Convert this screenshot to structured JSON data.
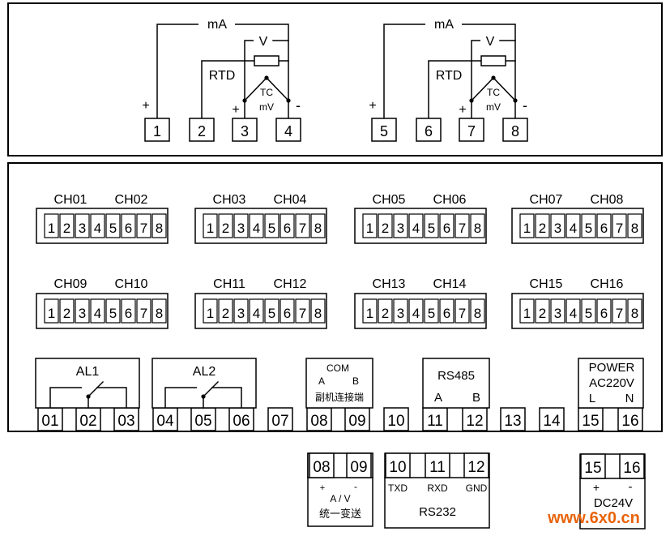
{
  "input_section": {
    "groups": [
      {
        "current_label": "mA",
        "voltage_label": "V",
        "rtd_label": "RTD",
        "tc_label": "TC",
        "mv_label": "mV",
        "plus": "+",
        "minus": "-",
        "terminals": [
          "1",
          "2",
          "3",
          "4"
        ]
      },
      {
        "current_label": "mA",
        "voltage_label": "V",
        "rtd_label": "RTD",
        "tc_label": "TC",
        "mv_label": "mV",
        "plus": "+",
        "minus": "-",
        "terminals": [
          "5",
          "6",
          "7",
          "8"
        ]
      }
    ]
  },
  "dip_switches": {
    "digits": [
      "1",
      "2",
      "3",
      "4",
      "5",
      "6",
      "7",
      "8"
    ],
    "rows": [
      [
        [
          "CH01",
          "CH02"
        ],
        [
          "CH03",
          "CH04"
        ],
        [
          "CH05",
          "CH06"
        ],
        [
          "CH07",
          "CH08"
        ]
      ],
      [
        [
          "CH09",
          "CH10"
        ],
        [
          "CH11",
          "CH12"
        ],
        [
          "CH13",
          "CH14"
        ],
        [
          "CH15",
          "CH16"
        ]
      ]
    ]
  },
  "relays": [
    {
      "label": "AL1",
      "terminals": [
        "01",
        "02",
        "03"
      ]
    },
    {
      "label": "AL2",
      "terminals": [
        "04",
        "05",
        "06"
      ]
    }
  ],
  "com_block": {
    "title": "COM",
    "a": "A",
    "b": "B",
    "desc": "副机连接端",
    "terminals": [
      "08",
      "09"
    ]
  },
  "rs485_block": {
    "title": "RS485",
    "a": "A",
    "b": "B",
    "terminals": [
      "11",
      "12"
    ]
  },
  "power_block": {
    "title": "POWER",
    "voltage": "AC220V",
    "l": "L",
    "n": "N",
    "terminals": [
      "15",
      "16"
    ]
  },
  "free_terminals": [
    "07",
    "10",
    "13",
    "14"
  ],
  "transmitter_option": {
    "terminals": [
      "08",
      "09"
    ],
    "plus": "+",
    "minus": "-",
    "signal": "A / V",
    "desc": "统一变送"
  },
  "rs232_option": {
    "terminals": [
      "10",
      "11",
      "12"
    ],
    "signals": [
      "TXD",
      "RXD",
      "GND"
    ],
    "title": "RS232"
  },
  "dc_option": {
    "terminals": [
      "15",
      "16"
    ],
    "plus": "+",
    "minus": "-",
    "voltage": "DC24V"
  },
  "watermark": {
    "text": "www.6x0.cn",
    "color": "#e8630a"
  }
}
